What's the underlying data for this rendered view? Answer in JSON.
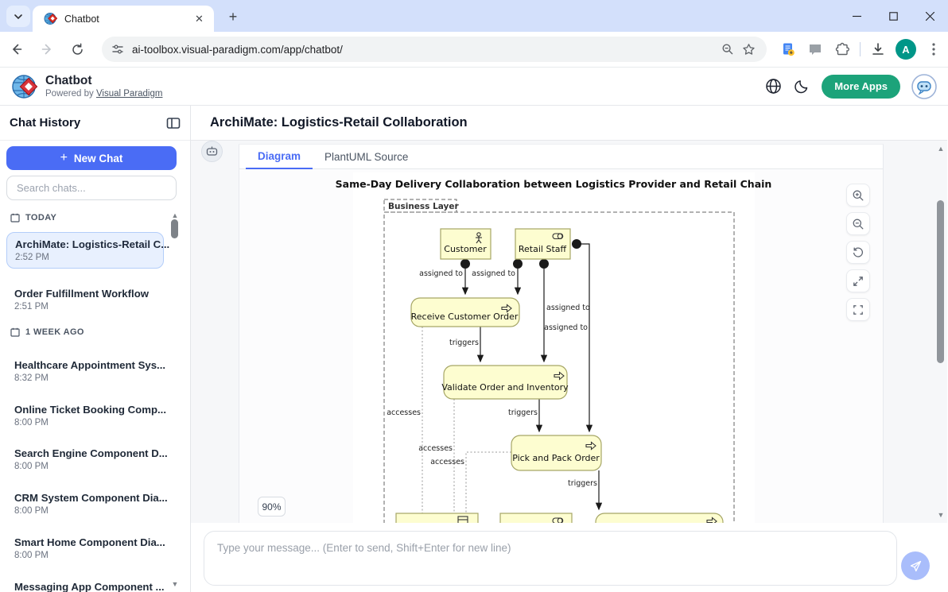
{
  "colors": {
    "accent_blue": "#4a6cf5",
    "accent_green": "#1ca37a",
    "element_fill": "#fdfdd0",
    "element_stroke": "#a6a666"
  },
  "browser": {
    "tab_title": "Chatbot",
    "url": "ai-toolbox.visual-paradigm.com/app/chatbot/"
  },
  "app_header": {
    "title": "Chatbot",
    "powered_by": "Powered by",
    "powered_by_link": "Visual Paradigm",
    "more_apps": "More Apps"
  },
  "sidebar": {
    "title": "Chat History",
    "new_chat": "New Chat",
    "search_placeholder": "Search chats...",
    "sections": [
      {
        "label": "TODAY",
        "items": [
          {
            "title": "ArchiMate: Logistics-Retail C...",
            "time": "2:52 PM"
          },
          {
            "title": "Order Fulfillment Workflow",
            "time": "2:51 PM"
          }
        ]
      },
      {
        "label": "1 WEEK AGO",
        "items": [
          {
            "title": "Healthcare Appointment Sys...",
            "time": "8:32 PM"
          },
          {
            "title": "Online Ticket Booking Comp...",
            "time": "8:00 PM"
          },
          {
            "title": "Search Engine Component D...",
            "time": "8:00 PM"
          },
          {
            "title": "CRM System Component Dia...",
            "time": "8:00 PM"
          },
          {
            "title": "Smart Home Component Dia...",
            "time": "8:00 PM"
          },
          {
            "title": "Messaging App Component ...",
            "time": ""
          }
        ]
      }
    ]
  },
  "main": {
    "title": "ArchiMate: Logistics-Retail Collaboration",
    "tabs": [
      {
        "label": "Diagram"
      },
      {
        "label": "PlantUML Source"
      }
    ],
    "zoom_level": "90%",
    "input_placeholder": "Type your message... (Enter to send, Shift+Enter for new line)"
  },
  "diagram": {
    "title": "Same-Day Delivery Collaboration between Logistics Provider and Retail Chain",
    "group_label": "Business Layer",
    "nodes": {
      "customer": "Customer",
      "retail_staff": "Retail Staff",
      "receive_order": "Receive Customer Order",
      "validate_order": "Validate Order and Inventory",
      "pick_pack": "Pick and Pack Order"
    },
    "edge_labels": {
      "assigned_to": "assigned to",
      "triggers": "triggers",
      "accesses": "accesses"
    }
  }
}
